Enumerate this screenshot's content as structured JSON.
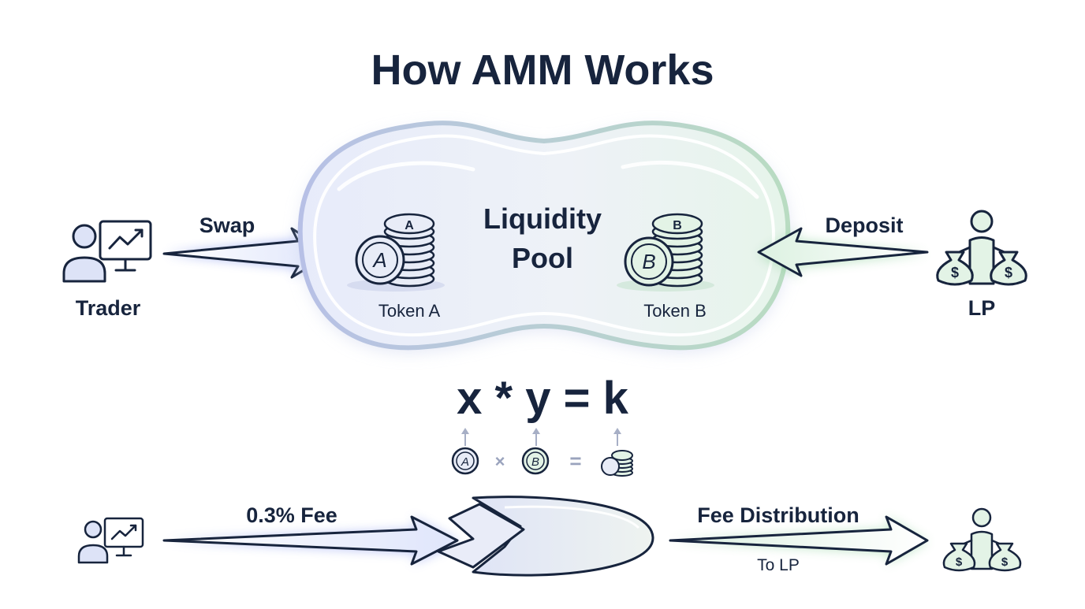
{
  "title": "How AMM Works",
  "colors": {
    "ink": "#17243d",
    "blue_glow": "#5b74e8",
    "green_glow": "#7cc98c",
    "pool_fill": "#eef1f8",
    "coin_a": "#e8ecf7",
    "coin_b": "#e3f3e6"
  },
  "top_flow": {
    "trader_label": "Trader",
    "swap_label": "Swap",
    "pool_title_line1": "Liquidity",
    "pool_title_line2": "Pool",
    "token_a_label": "Token A",
    "token_b_label": "Token B",
    "token_a_symbol": "A",
    "token_b_symbol": "B",
    "deposit_label": "Deposit",
    "lp_label": "LP"
  },
  "formula": {
    "text": "x * y = k",
    "times": "×",
    "equals": "="
  },
  "fee_flow": {
    "fee_label": "0.3% Fee",
    "distribution_label": "Fee Distribution",
    "to_lp_label": "To LP"
  },
  "icons": {
    "trader": "trader-monitor-chart-icon",
    "lp": "person-money-bags-icon",
    "token_a_stack": "token-a-coin-stack-icon",
    "token_b_stack": "token-b-coin-stack-icon"
  }
}
